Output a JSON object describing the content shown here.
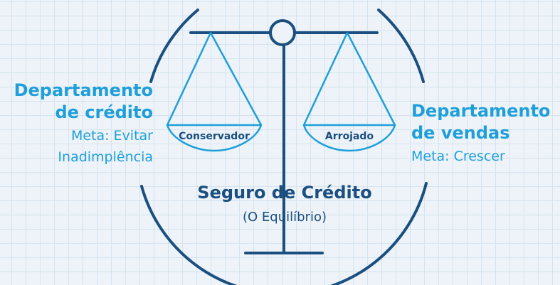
{
  "left": {
    "title_line1": "Departamento",
    "title_line2": "de crédito",
    "meta_line1": "Meta: Evitar",
    "meta_line2": "Inadimplência"
  },
  "right": {
    "title_line1": "Departamento",
    "title_line2": "de vendas",
    "meta_line1": "Meta: Crescer"
  },
  "pans": {
    "left_label": "Conservador",
    "right_label": "Arrojado"
  },
  "center": {
    "title": "Seguro de Crédito",
    "subtitle": "(O Equilíbrio)"
  },
  "colors": {
    "dark_blue": "#1a4f80",
    "light_blue": "#1f9fda",
    "grid_background": "#edf3f8"
  }
}
